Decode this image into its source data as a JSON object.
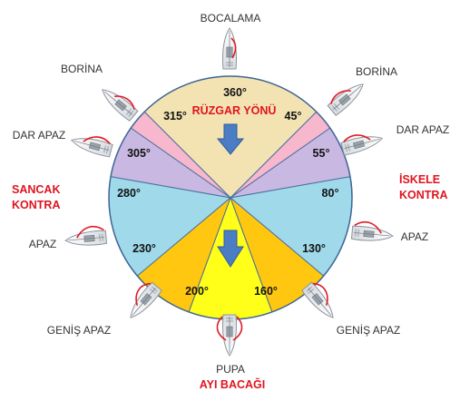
{
  "compass": {
    "deg_360": "360°",
    "deg_45": "45°",
    "deg_55": "55°",
    "deg_80": "80°",
    "deg_130": "130°",
    "deg_160": "160°",
    "deg_200": "200°",
    "deg_230": "230°",
    "deg_280": "280°",
    "deg_305": "305°",
    "deg_315": "315°"
  },
  "sector_colors": {
    "wind": "#f3e3b3",
    "close_hauled": "#f7b7cc",
    "close_reach": "#c9b8e2",
    "beam_reach": "#9fd9ea",
    "broad_reach": "#ffc70f",
    "run": "#ffff1a",
    "arrow": "#4a7dc4",
    "text_red": "#e0141e"
  },
  "labels": {
    "wind_direction": "RÜZGAR YÖNÜ",
    "head_to_wind": "BOCALAMA",
    "close_hauled_right": "BORİNA",
    "close_hauled_left": "BORİNA",
    "close_reach_right": "DAR APAZ",
    "close_reach_left": "DAR APAZ",
    "beam_reach_right": "APAZ",
    "beam_reach_left": "APAZ",
    "broad_reach_right": "GENİŞ APAZ",
    "broad_reach_left": "GENİŞ APAZ",
    "running": "PUPA",
    "running_special": "AYI BACAĞI",
    "starboard_tack_line1": "SANCAK",
    "starboard_tack_line2": "KONTRA",
    "port_tack_line1": "İSKELE",
    "port_tack_line2": "KONTRA"
  }
}
